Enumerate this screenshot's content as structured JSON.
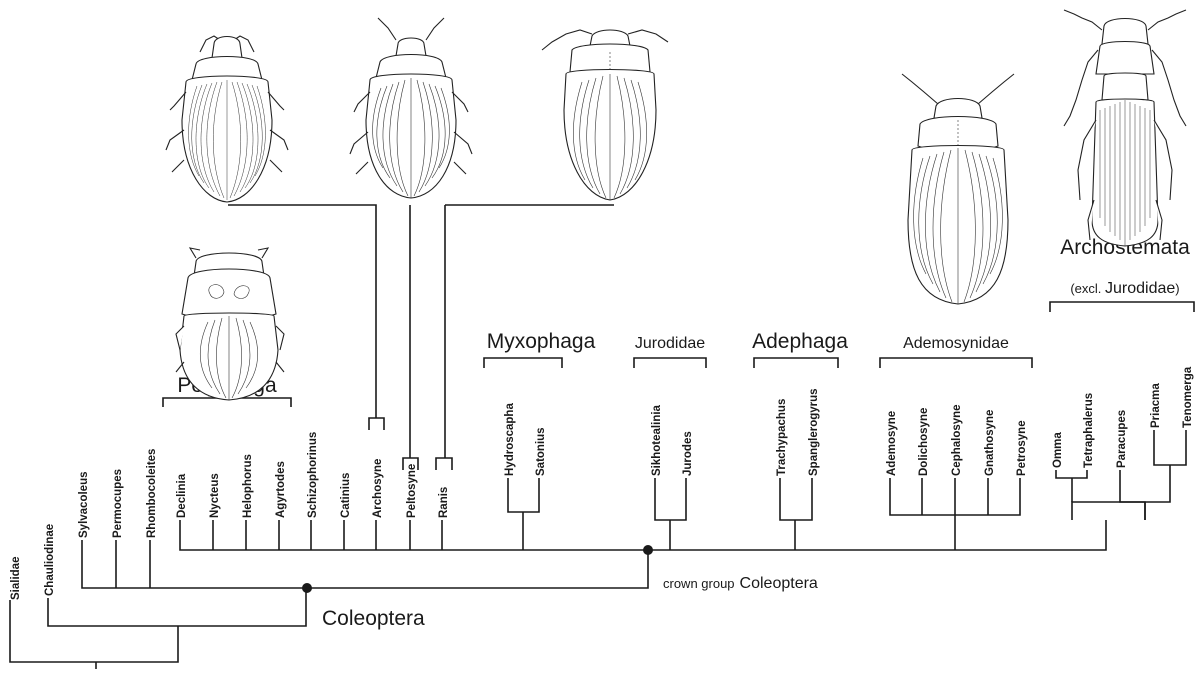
{
  "figure": {
    "clade_labels": {
      "polyphaga": "Polyphaga",
      "myxophaga": "Myxophaga",
      "jurodidae": "Jurodidae",
      "adephaga": "Adephaga",
      "ademosynidae": "Ademosynidae",
      "archostemata": "Archostemata",
      "excl_prefix": "(excl. ",
      "excl_name": "Jurodidae",
      "excl_suffix": ")",
      "crown_prefix": "crown group",
      "crown_name": "Coleoptera",
      "coleoptera": "Coleoptera"
    },
    "taxa": {
      "sialidae": "Sialidae",
      "chauliodinae": "Chauliodinae",
      "sylvacoleus": "Sylvacoleus",
      "permocupes": "Permocupes",
      "rhombocoleites": "Rhombocoleites",
      "declinia": "Declinia",
      "nycteus": "Nycteus",
      "helophorus": "Helophorus",
      "agyrtodes": "Agyrtodes",
      "schizophorinus": "Schizophorinus",
      "catinius": "Catinius",
      "archosyne": "Archosyne",
      "peltosyne": "Peltosyne",
      "ranis": "Ranis",
      "hydroscapha": "Hydroscapha",
      "satonius": "Satonius",
      "sikhotealinia": "Sikhotealinia",
      "jurodes": "Jurodes",
      "trachypachus": "Trachypachus",
      "spanglerogyrus": "Spanglerogyrus",
      "ademosyne": "Ademosyne",
      "dolichosyne": "Dolichosyne",
      "cephalosyne": "Cephalosyne",
      "gnathosyne": "Gnathosyne",
      "petrosyne": "Petrosyne",
      "omma": "Omma",
      "tetraphalerus": "Tetraphalerus",
      "paracupes": "Paracupes",
      "priacma": "Priacma",
      "tenomerga": "Tenomerga"
    }
  }
}
